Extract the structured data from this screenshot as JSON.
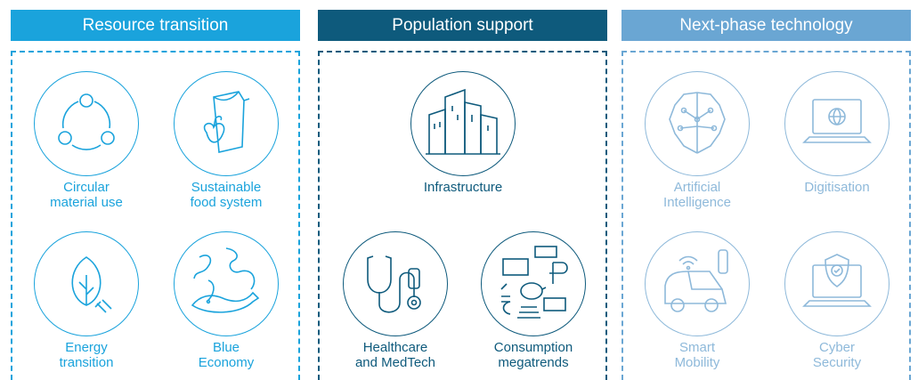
{
  "colors": {
    "resource": "#1aa3dc",
    "population": "#0e5a7c",
    "nextphase": "#6aa6d3",
    "nextphase_stroke": "#8eb9da"
  },
  "columns": [
    {
      "title": "Resource transition",
      "items": [
        {
          "icon": "circular-arrows-icon",
          "lines": [
            "Circular",
            "material use"
          ]
        },
        {
          "icon": "food-bag-apple-icon",
          "lines": [
            "Sustainable",
            "food system"
          ]
        },
        {
          "icon": "leaf-plug-icon",
          "lines": [
            "Energy",
            "transition"
          ]
        },
        {
          "icon": "globe-whale-icon",
          "lines": [
            "Blue",
            "Economy"
          ]
        }
      ]
    },
    {
      "title": "Population support",
      "items": [
        {
          "icon": "city-buildings-icon",
          "lines": [
            "Infrastructure"
          ]
        },
        {
          "icon": "stethoscope-icon",
          "lines": [
            "Healthcare",
            "and MedTech"
          ]
        },
        {
          "icon": "money-piggybank-icon",
          "lines": [
            "Consumption",
            "megatrends"
          ]
        }
      ]
    },
    {
      "title": "Next-phase technology",
      "items": [
        {
          "icon": "ai-brain-circuit-icon",
          "lines": [
            "Artificial",
            "Intelligence"
          ]
        },
        {
          "icon": "laptop-globe-icon",
          "lines": [
            "Digitisation"
          ]
        },
        {
          "icon": "smart-car-icon",
          "lines": [
            "Smart",
            "Mobility"
          ]
        },
        {
          "icon": "laptop-shield-icon",
          "lines": [
            "Cyber",
            "Security"
          ]
        }
      ]
    }
  ]
}
